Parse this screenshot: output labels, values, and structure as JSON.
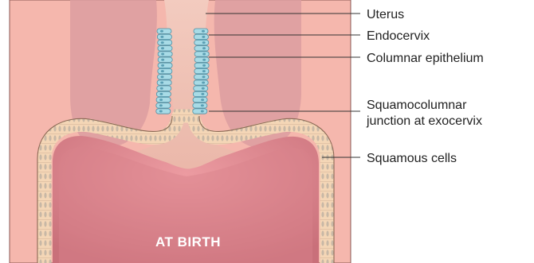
{
  "diagram": {
    "caption": "AT BIRTH",
    "labels": {
      "uterus": "Uterus",
      "endocervix": "Endocervix",
      "columnar": "Columnar epithelium",
      "junction_line1": "Squamocolumnar",
      "junction_line2": "junction at exocervix",
      "squamous": "Squamous cells"
    }
  },
  "colors": {
    "background_tissue": "#f5b7ad",
    "lumen": "#dc878c",
    "endocervical_canal": "#f1c8bc",
    "uterine_body": "#dc9da0",
    "squamous_layer": "#f3d2b3",
    "columnar_cells": "#a8dbe6",
    "leader_lines": "#333333"
  }
}
